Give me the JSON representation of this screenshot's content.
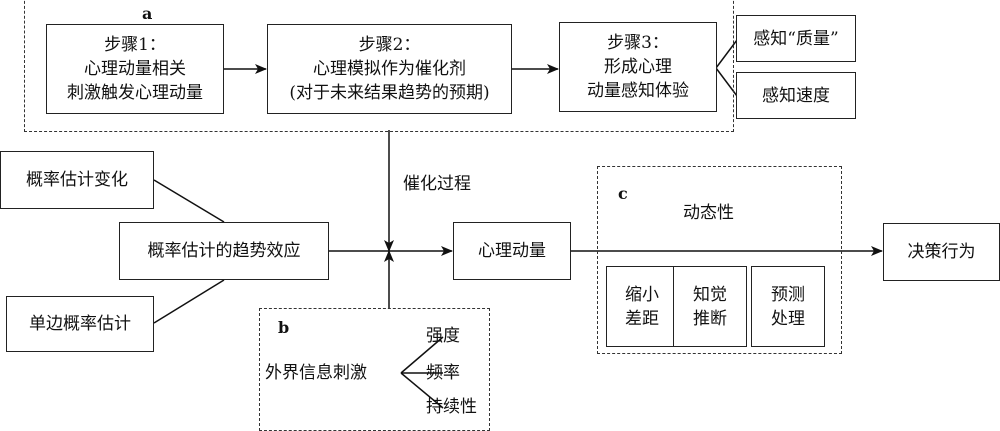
{
  "section_a": {
    "letter": "a",
    "step1": {
      "title": "步骤1：",
      "line1": "心理动量相关",
      "line2": "刺激触发心理动量"
    },
    "step2": {
      "title": "步骤2：",
      "line1": "心理模拟作为催化剂",
      "line2": "(对于未来结果趋势的预期)"
    },
    "step3": {
      "title": "步骤3：",
      "line1": "形成心理",
      "line2": "动量感知体验"
    },
    "outputs": [
      "感知“质量”",
      "感知速度"
    ]
  },
  "left": {
    "prob_change": "概率估计变化",
    "trend_effect": "概率估计的趋势效应",
    "one_sided": "单边概率估计"
  },
  "catalysis_label": "催化过程",
  "momentum": "心理动量",
  "decision": "决策行为",
  "section_b": {
    "letter": "b",
    "source": "外界信息刺激",
    "attributes": [
      "强度",
      "频率",
      "持续性"
    ]
  },
  "section_c": {
    "letter": "c",
    "title": "动态性",
    "items": [
      {
        "line1": "缩小",
        "line2": "差距"
      },
      {
        "line1": "知觉",
        "line2": "推断"
      },
      {
        "line1": "预测",
        "line2": "处理"
      }
    ]
  }
}
